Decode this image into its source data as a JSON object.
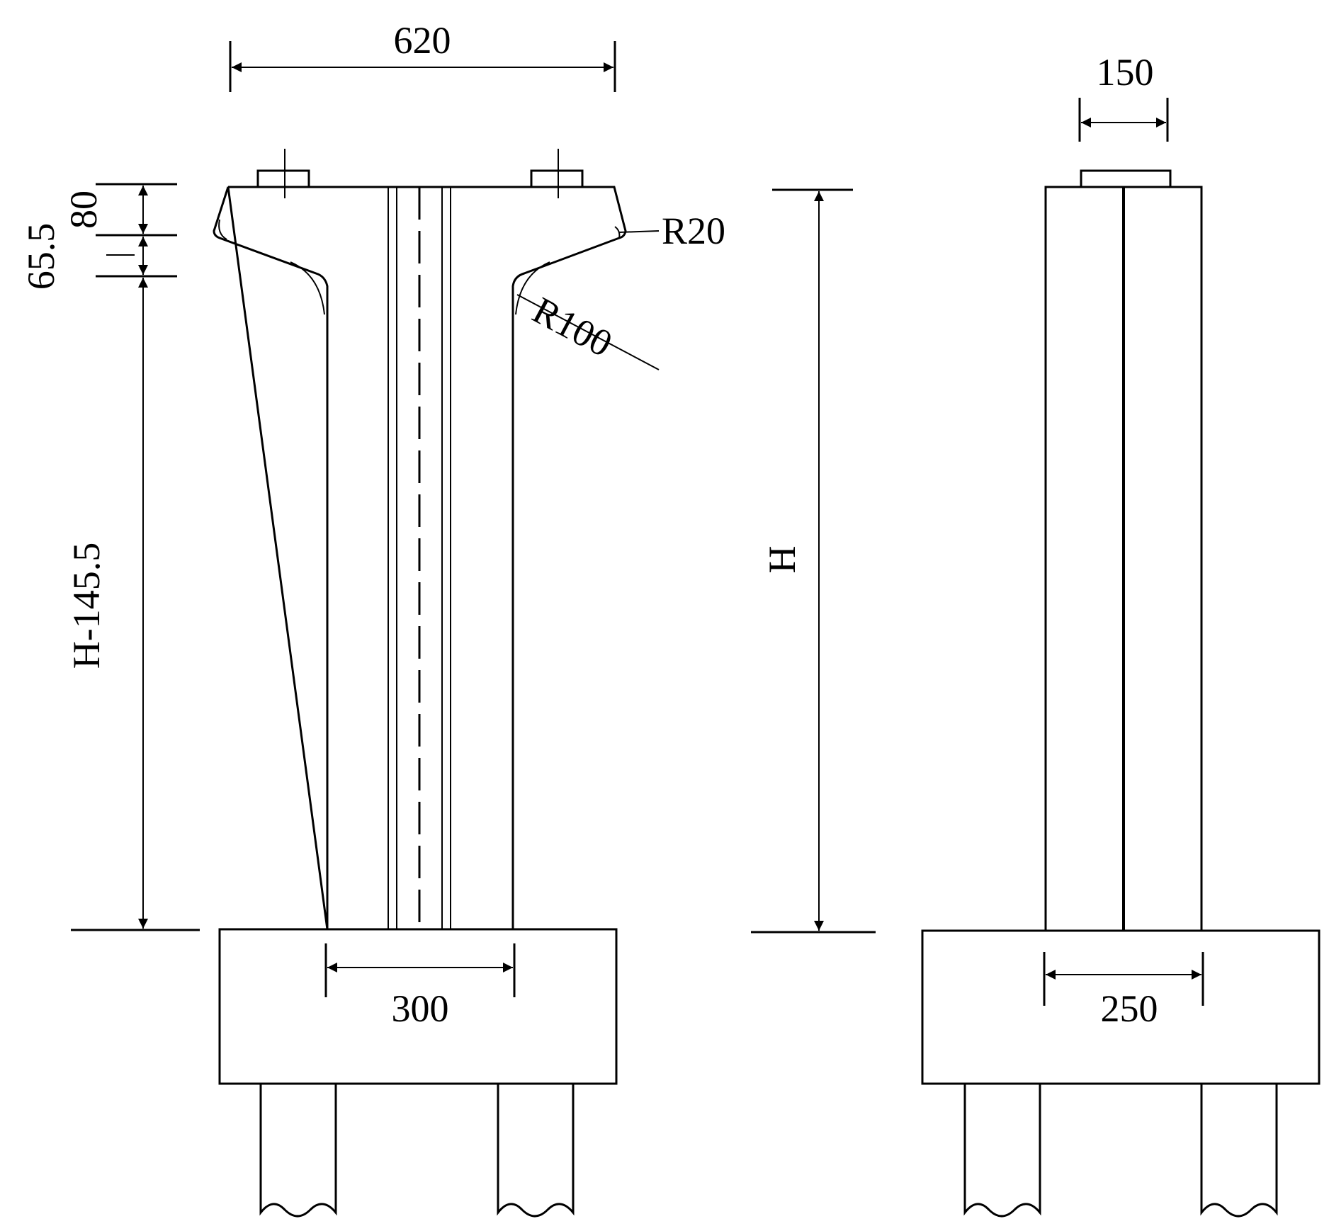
{
  "labels": {
    "dim_620": "620",
    "dim_80": "80",
    "dim_65_5": "65.5",
    "dim_h_minus": "H-145.5",
    "dim_r20": "R20",
    "dim_r100": "R100",
    "dim_300": "300",
    "dim_h": "H",
    "dim_150": "150",
    "dim_250": "250"
  }
}
